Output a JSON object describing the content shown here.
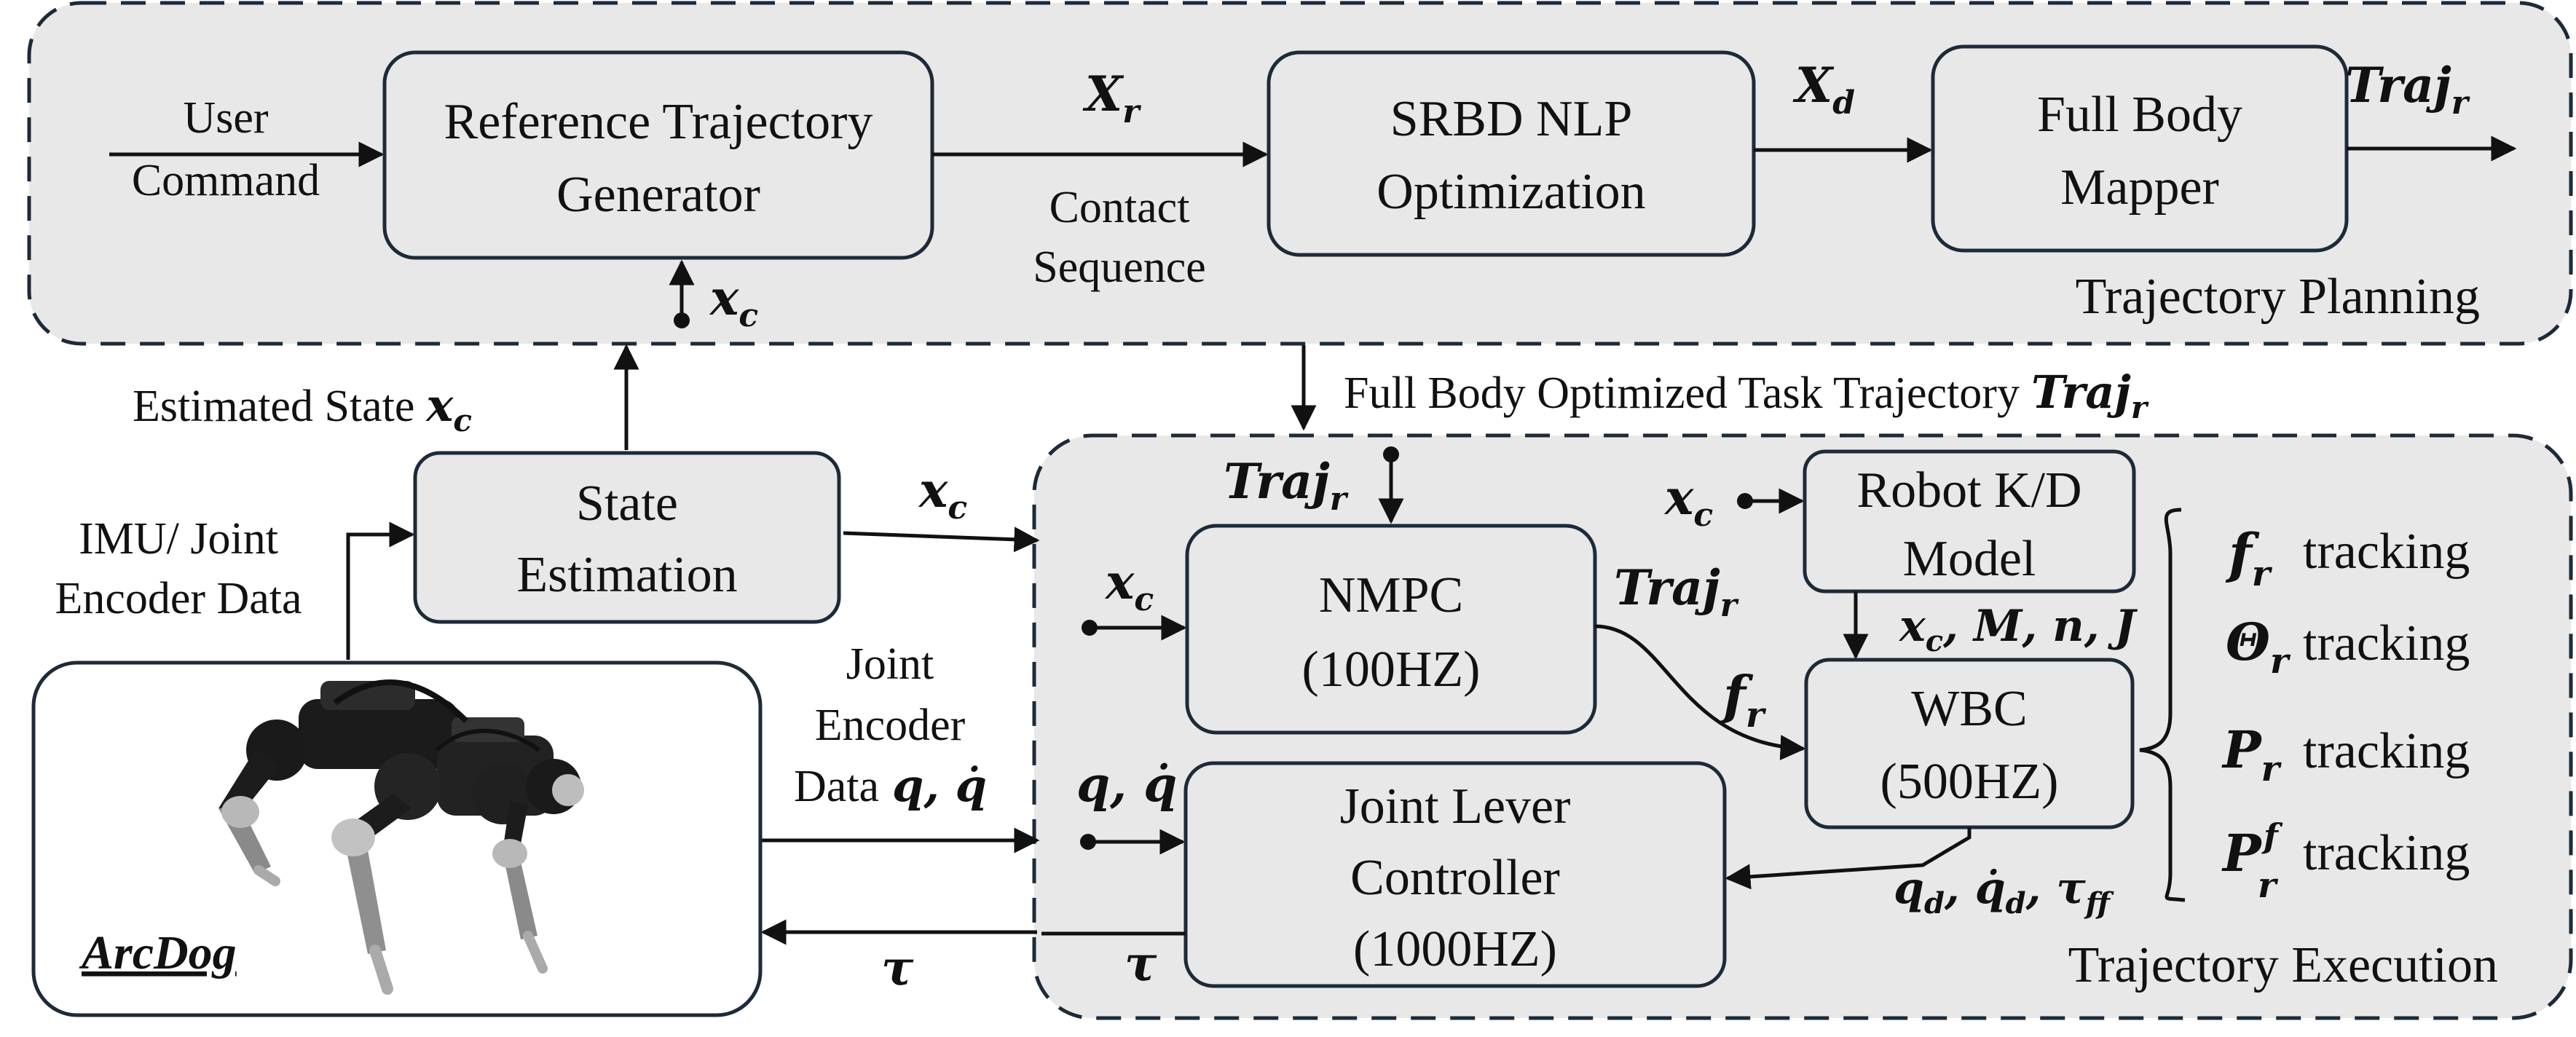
{
  "planning": {
    "region_label": "Trajectory Planning",
    "user_command_line1": "User",
    "user_command_line2": "Command",
    "ref_gen_line1": "Reference Trajectory",
    "ref_gen_line2": "Generator",
    "xr_label": "X",
    "xr_sub": "r",
    "contact_line1": "Contact",
    "contact_line2": "Sequence",
    "srbd_line1": "SRBD NLP",
    "srbd_line2": "Optimization",
    "xd_label": "X",
    "xd_sub": "d",
    "fbm_line1": "Full Body",
    "fbm_line2": "Mapper",
    "traj_label": "Traj",
    "traj_sub": "r",
    "xc_label": "x",
    "xc_sub": "c"
  },
  "middle": {
    "estimated_state": "Estimated State",
    "estimated_xc": "x",
    "estimated_xc_sub": "c",
    "full_body_text": "Full Body Optimized Task Trajectory",
    "full_body_traj": "Traj",
    "full_body_traj_sub": "r",
    "imu_line1": "IMU/ Joint",
    "imu_line2": "Encoder Data",
    "state_est_line1": "State",
    "state_est_line2": "Estimation",
    "xc_label": "x",
    "xc_sub": "c",
    "joint_line1": "Joint",
    "joint_line2": "Encoder",
    "joint_line3": "Data",
    "joint_q": "q, q̇",
    "tau": "τ"
  },
  "robot": {
    "name": "ArcDog"
  },
  "execution": {
    "region_label": "Trajectory Execution",
    "traj_in": "Traj",
    "traj_in_sub": "r",
    "xc_kd": "x",
    "xc_kd_sub": "c",
    "kd_line1": "Robot K/D",
    "kd_line2": "Model",
    "xc_nmpc": "x",
    "xc_nmpc_sub": "c",
    "nmpc_line1": "NMPC",
    "nmpc_line2": "(100HZ)",
    "traj_out": "Traj",
    "traj_out_sub": "r",
    "kd_out": "x",
    "kd_out_sub": "c",
    "kd_out_rest": ", M, n, J",
    "fr": "f",
    "fr_sub": "r",
    "wbc_line1": "WBC",
    "wbc_line2": "(500HZ)",
    "q_in": "q, q̇",
    "jlc_line1": "Joint Lever",
    "jlc_line2": "Controller",
    "jlc_line3": "(1000HZ)",
    "wbc_out": "q",
    "wbc_out_sub": "d",
    "wbc_out_2": ", q̇",
    "wbc_out_2_sub": "d",
    "wbc_out_3": ", τ",
    "wbc_out_3_sub": "ff",
    "tau_out": "τ",
    "tracking": [
      {
        "sym": "f",
        "sub": "r",
        "sup": "",
        "text": "tracking"
      },
      {
        "sym": "Θ",
        "sub": "r",
        "sup": "",
        "text": "tracking"
      },
      {
        "sym": "P",
        "sub": "r",
        "sup": "",
        "text": "tracking"
      },
      {
        "sym": "P",
        "sub": "r",
        "sup": "f",
        "text": "tracking"
      }
    ]
  }
}
